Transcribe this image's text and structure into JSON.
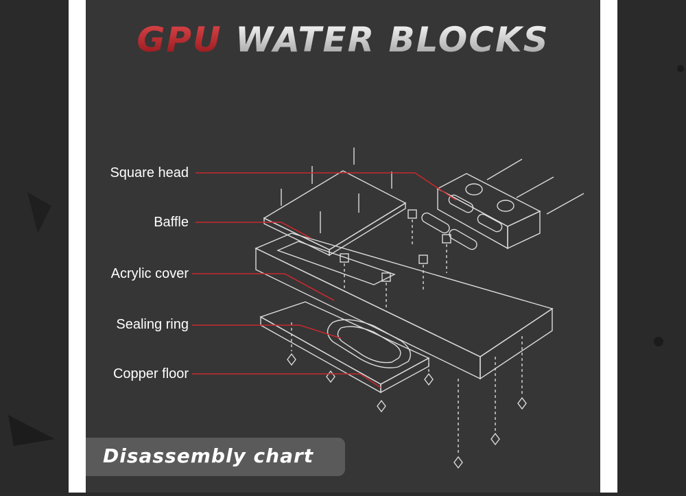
{
  "title": {
    "part1": "GPU",
    "part2": "WATER BLOCKS"
  },
  "labels": [
    "Square head",
    "Baffle",
    "Acrylic cover",
    "Sealing ring",
    "Copper floor"
  ],
  "caption": "Disassembly chart",
  "colors": {
    "accent": "#c8282e",
    "background": "#363636",
    "frame": "#ffffff"
  }
}
